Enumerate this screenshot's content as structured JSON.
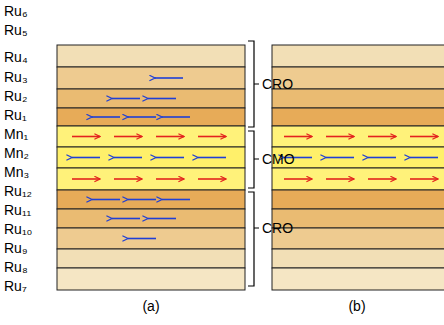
{
  "diagram": {
    "labels": [
      "Ru₆",
      "Ru₅",
      "Ru₄",
      "Ru₃",
      "Ru₂",
      "Ru₁",
      "Mn₁",
      "Mn₂",
      "Mn₃",
      "Ru₁₂",
      "Ru₁₁",
      "Ru₁₀",
      "Ru₉",
      "Ru₈",
      "Ru₇",
      "CRO",
      "CMO",
      "CRO",
      "(a)",
      "(b)"
    ]
  }
}
